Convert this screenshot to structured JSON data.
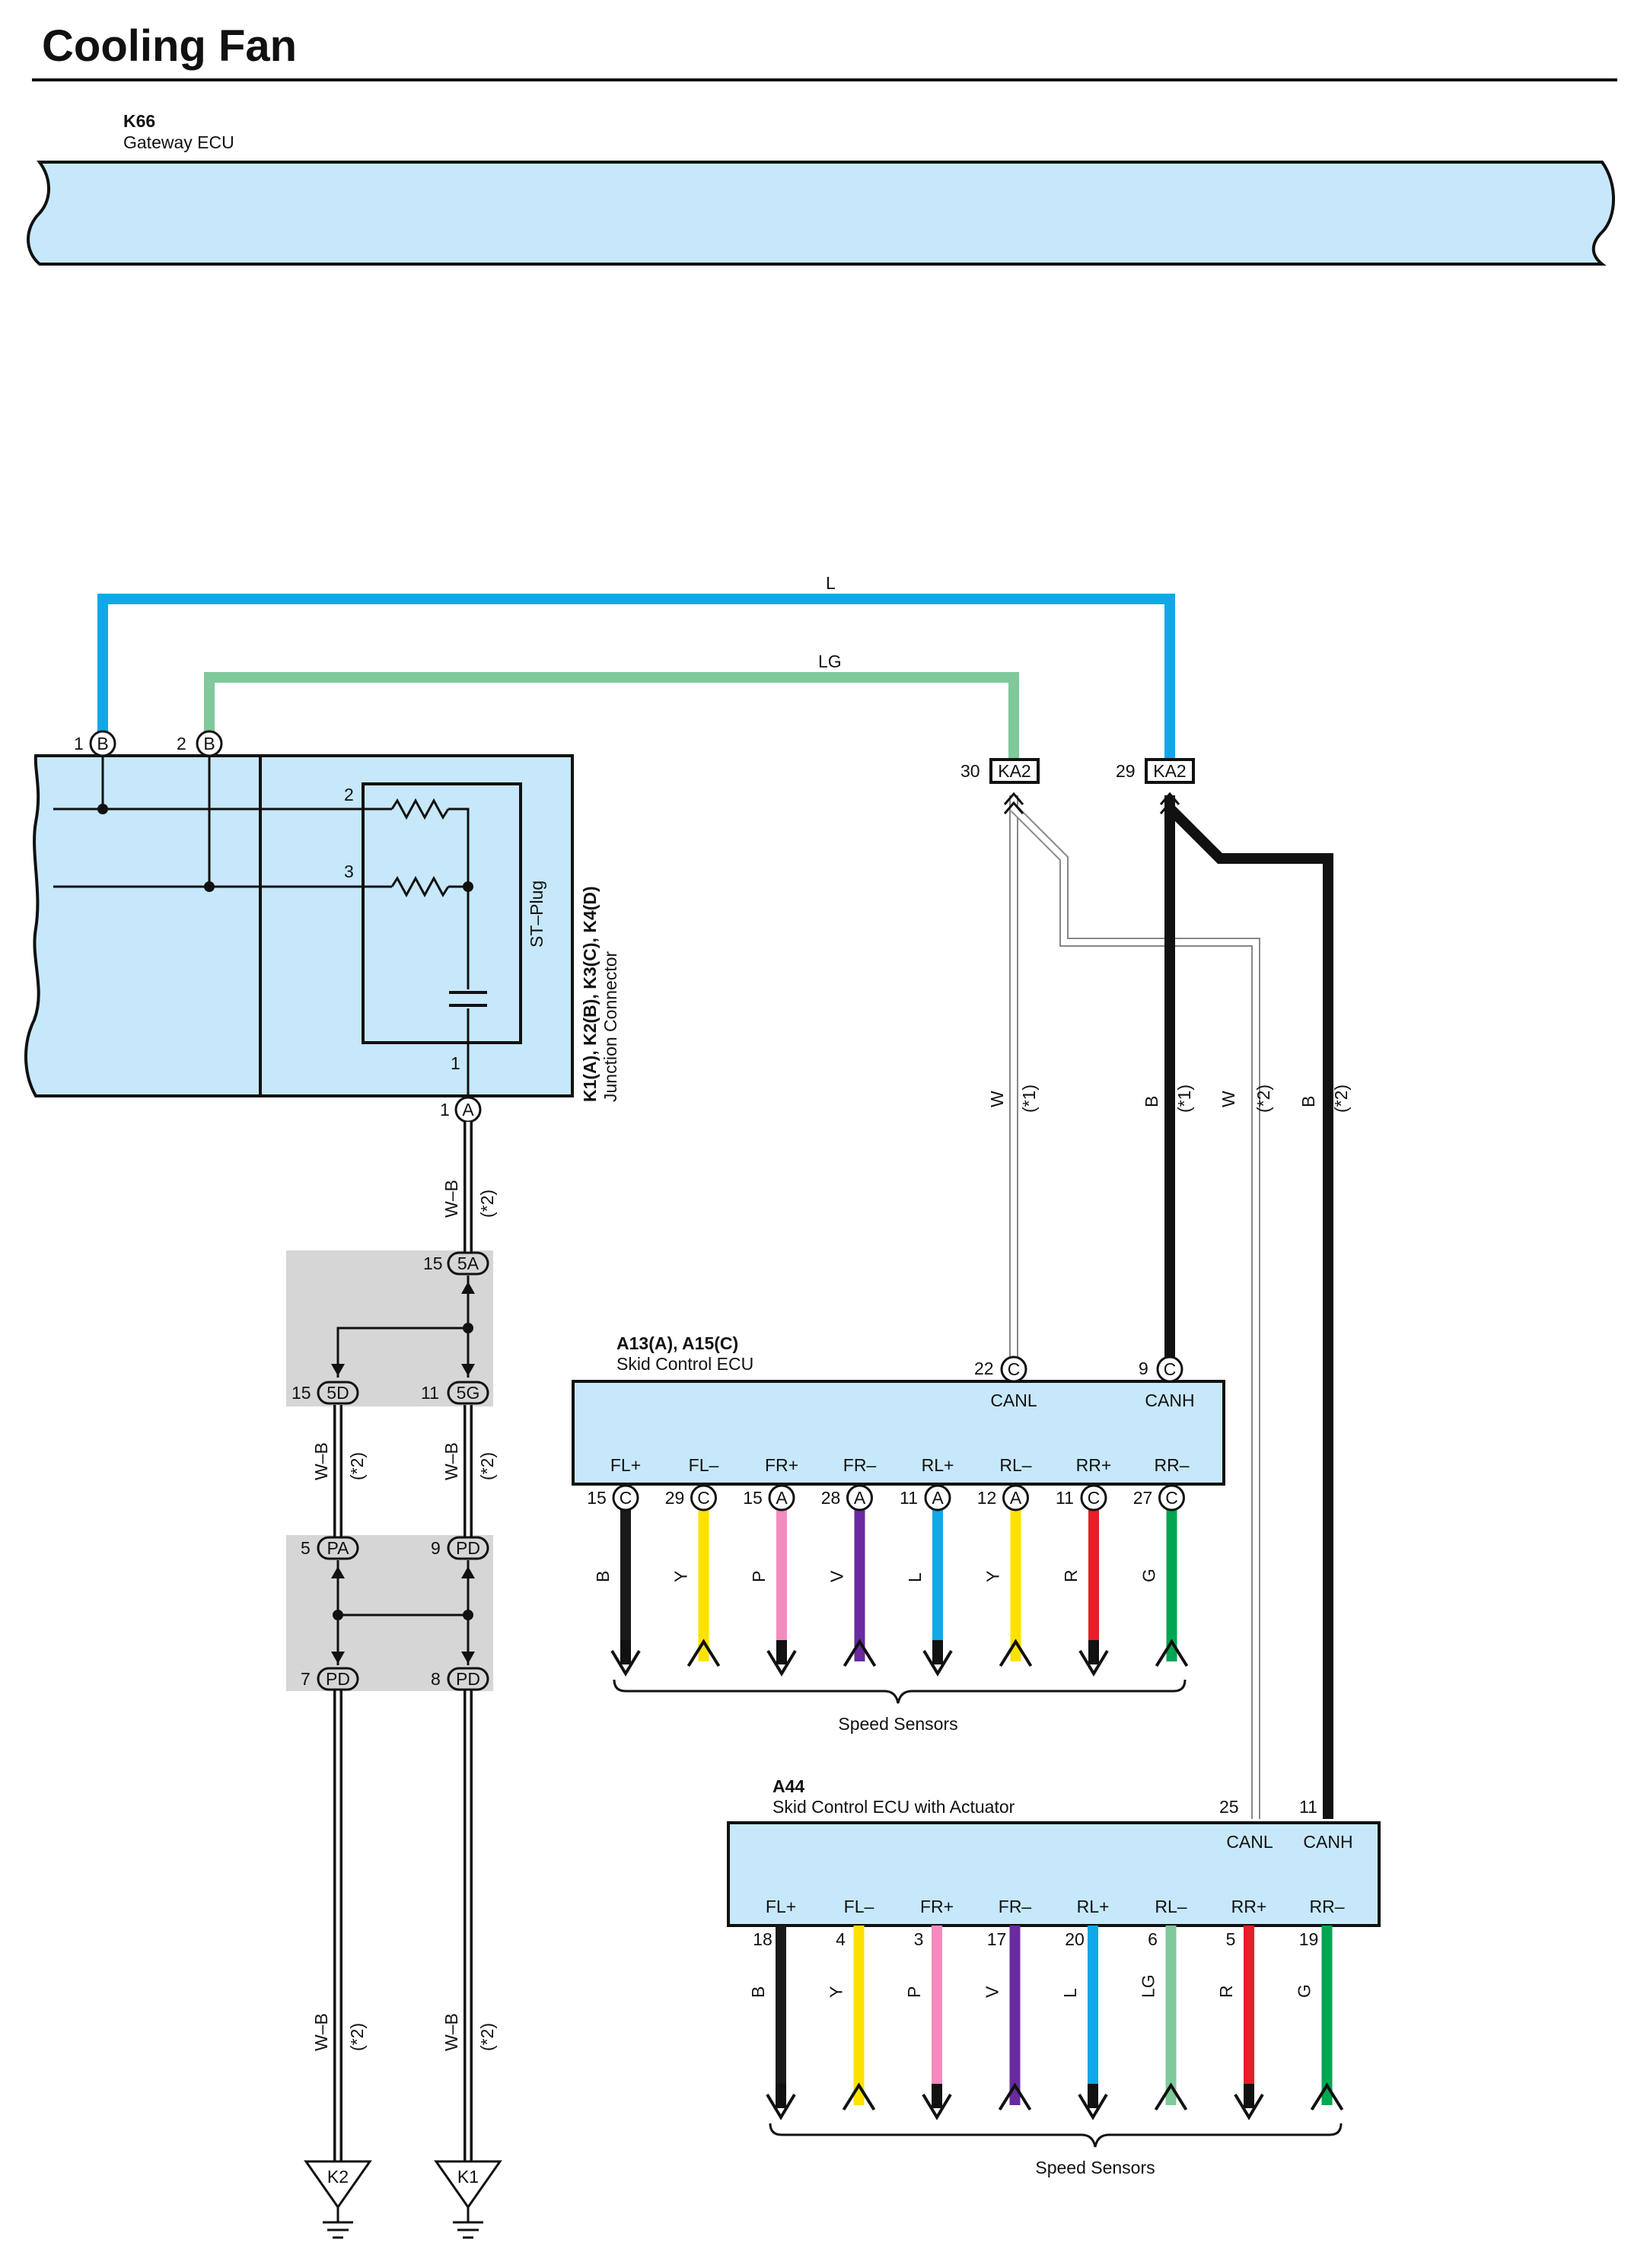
{
  "title": "Cooling Fan",
  "gateway": {
    "code": "K66",
    "name": "Gateway ECU"
  },
  "junction": {
    "label_codes": "K1(A), K2(B), K3(C), K4(D)",
    "label_name": "Junction Connector",
    "st_plug": "ST–Plug",
    "pin_1": "1",
    "pin_2": "2",
    "conn_b": "B",
    "conn_a": "A",
    "inner_2": "2",
    "inner_3": "3",
    "inner_1": "1",
    "pin_a1": "1"
  },
  "wires_top": {
    "blue_color_code": "L",
    "green_color_code": "LG"
  },
  "ka2": {
    "name": "KA2",
    "pin_canl": "30",
    "pin_canh": "29"
  },
  "vert_labels": {
    "w": "W",
    "b": "B",
    "n1": "(*1)",
    "n2": "(*2)",
    "wb": "W–B"
  },
  "shaded_connectors": {
    "c5a": "5A",
    "c5d": "5D",
    "c5g": "5G",
    "p15a": "15",
    "p15d": "15",
    "p11g": "11",
    "cpa": "PA",
    "cpd1": "PD",
    "cpd2": "PD",
    "cpd3": "PD",
    "p5": "5",
    "p9": "9",
    "p7": "7",
    "p8": "8"
  },
  "grounds": {
    "k2": "K2",
    "k1": "K1"
  },
  "ecu_a13": {
    "code": "A13(A), A15(C)",
    "name": "Skid Control ECU",
    "canl_pin": "22",
    "canh_pin": "9",
    "conn": "C",
    "canl": "CANL",
    "canh": "CANH",
    "terminals": [
      {
        "label": "FL+",
        "pin": "15",
        "conn": "C",
        "wire": "B",
        "color": "#1a1a1a",
        "dir": "out"
      },
      {
        "label": "FL–",
        "pin": "29",
        "conn": "C",
        "wire": "Y",
        "color": "#ffe100",
        "dir": "in"
      },
      {
        "label": "FR+",
        "pin": "15",
        "conn": "A",
        "wire": "P",
        "color": "#f28cbf",
        "dir": "out"
      },
      {
        "label": "FR–",
        "pin": "28",
        "conn": "A",
        "wire": "V",
        "color": "#6a2aa0",
        "dir": "in"
      },
      {
        "label": "RL+",
        "pin": "11",
        "conn": "A",
        "wire": "L",
        "color": "#10a8e8",
        "dir": "out"
      },
      {
        "label": "RL–",
        "pin": "12",
        "conn": "A",
        "wire": "Y",
        "color": "#ffe100",
        "dir": "in"
      },
      {
        "label": "RR+",
        "pin": "11",
        "conn": "C",
        "wire": "R",
        "color": "#e61e28",
        "dir": "out"
      },
      {
        "label": "RR–",
        "pin": "27",
        "conn": "C",
        "wire": "G",
        "color": "#00a651",
        "dir": "in"
      }
    ],
    "sensors": "Speed Sensors"
  },
  "ecu_a44": {
    "code": "A44",
    "name": "Skid Control ECU with Actuator",
    "canl_pin": "25",
    "canh_pin": "11",
    "canl": "CANL",
    "canh": "CANH",
    "terminals": [
      {
        "label": "FL+",
        "pin": "18",
        "wire": "B",
        "color": "#1a1a1a",
        "dir": "out"
      },
      {
        "label": "FL–",
        "pin": "4",
        "wire": "Y",
        "color": "#ffe100",
        "dir": "in"
      },
      {
        "label": "FR+",
        "pin": "3",
        "wire": "P",
        "color": "#f28cbf",
        "dir": "out"
      },
      {
        "label": "FR–",
        "pin": "17",
        "wire": "V",
        "color": "#6a2aa0",
        "dir": "in"
      },
      {
        "label": "RL+",
        "pin": "20",
        "wire": "L",
        "color": "#10a8e8",
        "dir": "out"
      },
      {
        "label": "RL–",
        "pin": "6",
        "wire": "LG",
        "color": "#7fc99a",
        "dir": "in"
      },
      {
        "label": "RR+",
        "pin": "5",
        "wire": "R",
        "color": "#e61e28",
        "dir": "out"
      },
      {
        "label": "RR–",
        "pin": "19",
        "wire": "G",
        "color": "#00a651",
        "dir": "in"
      }
    ],
    "sensors": "Speed Sensors"
  },
  "colors": {
    "box_fill": "#c6e8fa",
    "shade": "#d6d6d6",
    "wire_l": "#10a8e8",
    "wire_lg": "#7fc99a"
  }
}
